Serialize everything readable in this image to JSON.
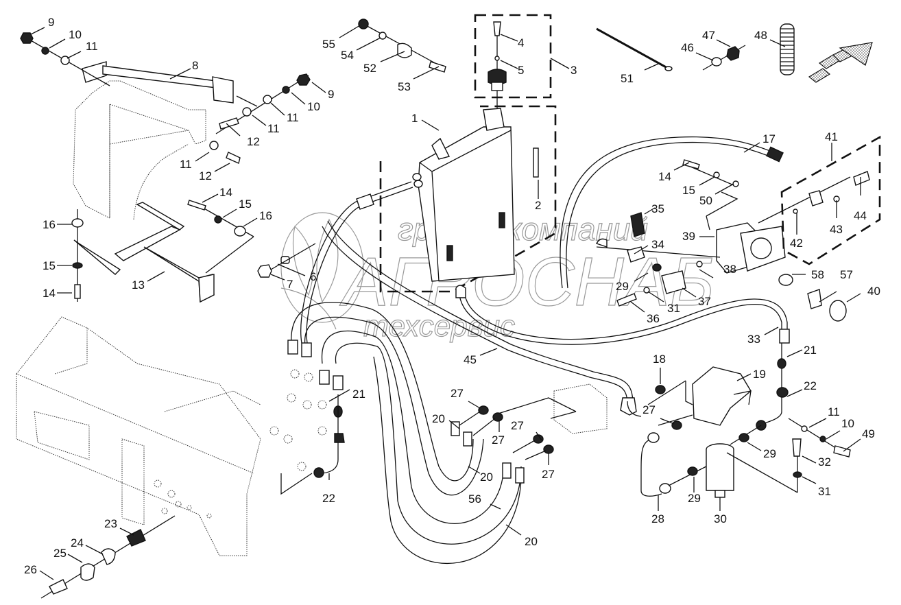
{
  "diagram": {
    "title": "Hydraulic system exploded parts diagram",
    "watermark": {
      "line1": "группа компаний",
      "line2": "АГРОСНАБ",
      "line3": "техсервис"
    },
    "callouts": [
      {
        "id": "c9a",
        "text": "9"
      },
      {
        "id": "c10a",
        "text": "10"
      },
      {
        "id": "c11a",
        "text": "11"
      },
      {
        "id": "c8",
        "text": "8"
      },
      {
        "id": "c9b",
        "text": "9"
      },
      {
        "id": "c10b",
        "text": "10"
      },
      {
        "id": "c11b",
        "text": "11"
      },
      {
        "id": "c11c",
        "text": "11"
      },
      {
        "id": "c12a",
        "text": "12"
      },
      {
        "id": "c11d",
        "text": "11"
      },
      {
        "id": "c12b",
        "text": "12"
      },
      {
        "id": "c14a",
        "text": "14"
      },
      {
        "id": "c15a",
        "text": "15"
      },
      {
        "id": "c16a",
        "text": "16"
      },
      {
        "id": "c16b",
        "text": "16"
      },
      {
        "id": "c15b",
        "text": "15"
      },
      {
        "id": "c14b",
        "text": "14"
      },
      {
        "id": "c13",
        "text": "13"
      },
      {
        "id": "c6",
        "text": "6"
      },
      {
        "id": "c7",
        "text": "7"
      },
      {
        "id": "c55",
        "text": "55"
      },
      {
        "id": "c54",
        "text": "54"
      },
      {
        "id": "c52",
        "text": "52"
      },
      {
        "id": "c53",
        "text": "53"
      },
      {
        "id": "c4",
        "text": "4"
      },
      {
        "id": "c5",
        "text": "5"
      },
      {
        "id": "c3",
        "text": "3"
      },
      {
        "id": "c1",
        "text": "1"
      },
      {
        "id": "c2",
        "text": "2"
      },
      {
        "id": "c51",
        "text": "51"
      },
      {
        "id": "c46",
        "text": "46"
      },
      {
        "id": "c47",
        "text": "47"
      },
      {
        "id": "c48",
        "text": "48"
      },
      {
        "id": "c17",
        "text": "17"
      },
      {
        "id": "c41",
        "text": "41"
      },
      {
        "id": "c14c",
        "text": "14"
      },
      {
        "id": "c15c",
        "text": "15"
      },
      {
        "id": "c50",
        "text": "50"
      },
      {
        "id": "c44",
        "text": "44"
      },
      {
        "id": "c43",
        "text": "43"
      },
      {
        "id": "c42",
        "text": "42"
      },
      {
        "id": "c35",
        "text": "35"
      },
      {
        "id": "c34",
        "text": "34"
      },
      {
        "id": "c39",
        "text": "39"
      },
      {
        "id": "c29a",
        "text": "29"
      },
      {
        "id": "c31a",
        "text": "31"
      },
      {
        "id": "c36",
        "text": "36"
      },
      {
        "id": "c37",
        "text": "37"
      },
      {
        "id": "c38",
        "text": "38"
      },
      {
        "id": "c58",
        "text": "58"
      },
      {
        "id": "c57",
        "text": "57"
      },
      {
        "id": "c40",
        "text": "40"
      },
      {
        "id": "c33",
        "text": "33"
      },
      {
        "id": "c45",
        "text": "45"
      },
      {
        "id": "c21a",
        "text": "21"
      },
      {
        "id": "c22a",
        "text": "22"
      },
      {
        "id": "c27a",
        "text": "27"
      },
      {
        "id": "c20a",
        "text": "20"
      },
      {
        "id": "c27b",
        "text": "27"
      },
      {
        "id": "c27c",
        "text": "27"
      },
      {
        "id": "c27d",
        "text": "27"
      },
      {
        "id": "c20b",
        "text": "20"
      },
      {
        "id": "c56",
        "text": "56"
      },
      {
        "id": "c20c",
        "text": "20"
      },
      {
        "id": "c18",
        "text": "18"
      },
      {
        "id": "c19",
        "text": "19"
      },
      {
        "id": "c27e",
        "text": "27"
      },
      {
        "id": "c21b",
        "text": "21"
      },
      {
        "id": "c22b",
        "text": "22"
      },
      {
        "id": "c11e",
        "text": "11"
      },
      {
        "id": "c10c",
        "text": "10"
      },
      {
        "id": "c49",
        "text": "49"
      },
      {
        "id": "c32",
        "text": "32"
      },
      {
        "id": "c31b",
        "text": "31"
      },
      {
        "id": "c29b",
        "text": "29"
      },
      {
        "id": "c29c",
        "text": "29"
      },
      {
        "id": "c28",
        "text": "28"
      },
      {
        "id": "c30",
        "text": "30"
      },
      {
        "id": "c23",
        "text": "23"
      },
      {
        "id": "c24",
        "text": "24"
      },
      {
        "id": "c25",
        "text": "25"
      },
      {
        "id": "c26",
        "text": "26"
      }
    ]
  }
}
